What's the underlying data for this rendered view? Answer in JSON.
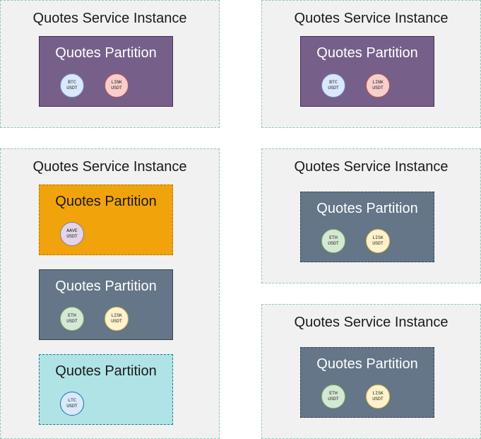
{
  "instances": [
    {
      "title": "Quotes Service Instance",
      "partitions": [
        {
          "title": "Quotes Partition",
          "coins": [
            {
              "line1": "BTC",
              "line2": "USDT"
            },
            {
              "line1": "LINK",
              "line2": "USDT"
            }
          ]
        }
      ]
    },
    {
      "title": "Quotes Service Instance",
      "partitions": [
        {
          "title": "Quotes Partition",
          "coins": [
            {
              "line1": "BTC",
              "line2": "USDT"
            },
            {
              "line1": "LINK",
              "line2": "USDT"
            }
          ]
        }
      ]
    },
    {
      "title": "Quotes Service Instance",
      "partitions": [
        {
          "title": "Quotes Partition",
          "coins": [
            {
              "line1": "AAVE",
              "line2": "USDT"
            }
          ]
        },
        {
          "title": "Quotes Partition",
          "coins": [
            {
              "line1": "ETH",
              "line2": "USDT"
            },
            {
              "line1": "LISK",
              "line2": "USDT"
            }
          ]
        },
        {
          "title": "Quotes Partition",
          "coins": [
            {
              "line1": "LTC",
              "line2": "USDT"
            }
          ]
        }
      ]
    },
    {
      "title": "Quotes Service Instance",
      "partitions": [
        {
          "title": "Quotes Partition",
          "coins": [
            {
              "line1": "ETH",
              "line2": "USDT"
            },
            {
              "line1": "LISK",
              "line2": "USDT"
            }
          ]
        }
      ]
    },
    {
      "title": "Quotes Service Instance",
      "partitions": [
        {
          "title": "Quotes Partition",
          "coins": [
            {
              "line1": "ETH",
              "line2": "USDT"
            },
            {
              "line1": "LISK",
              "line2": "USDT"
            }
          ]
        }
      ]
    }
  ],
  "colors": {
    "instance_bg": "#f1f1f1",
    "instance_border": "#8fc9b4",
    "partition_purple": "#76608a",
    "partition_orange": "#f0a30a",
    "partition_slate": "#647687",
    "partition_cyan": "#b0e3e6",
    "coin_btc": "#dae8fc",
    "coin_link": "#f8cecc",
    "coin_aave": "#e1d5e7",
    "coin_eth": "#d5e8d4",
    "coin_lisk": "#fff2cc",
    "coin_ltc": "#dae8fc"
  }
}
